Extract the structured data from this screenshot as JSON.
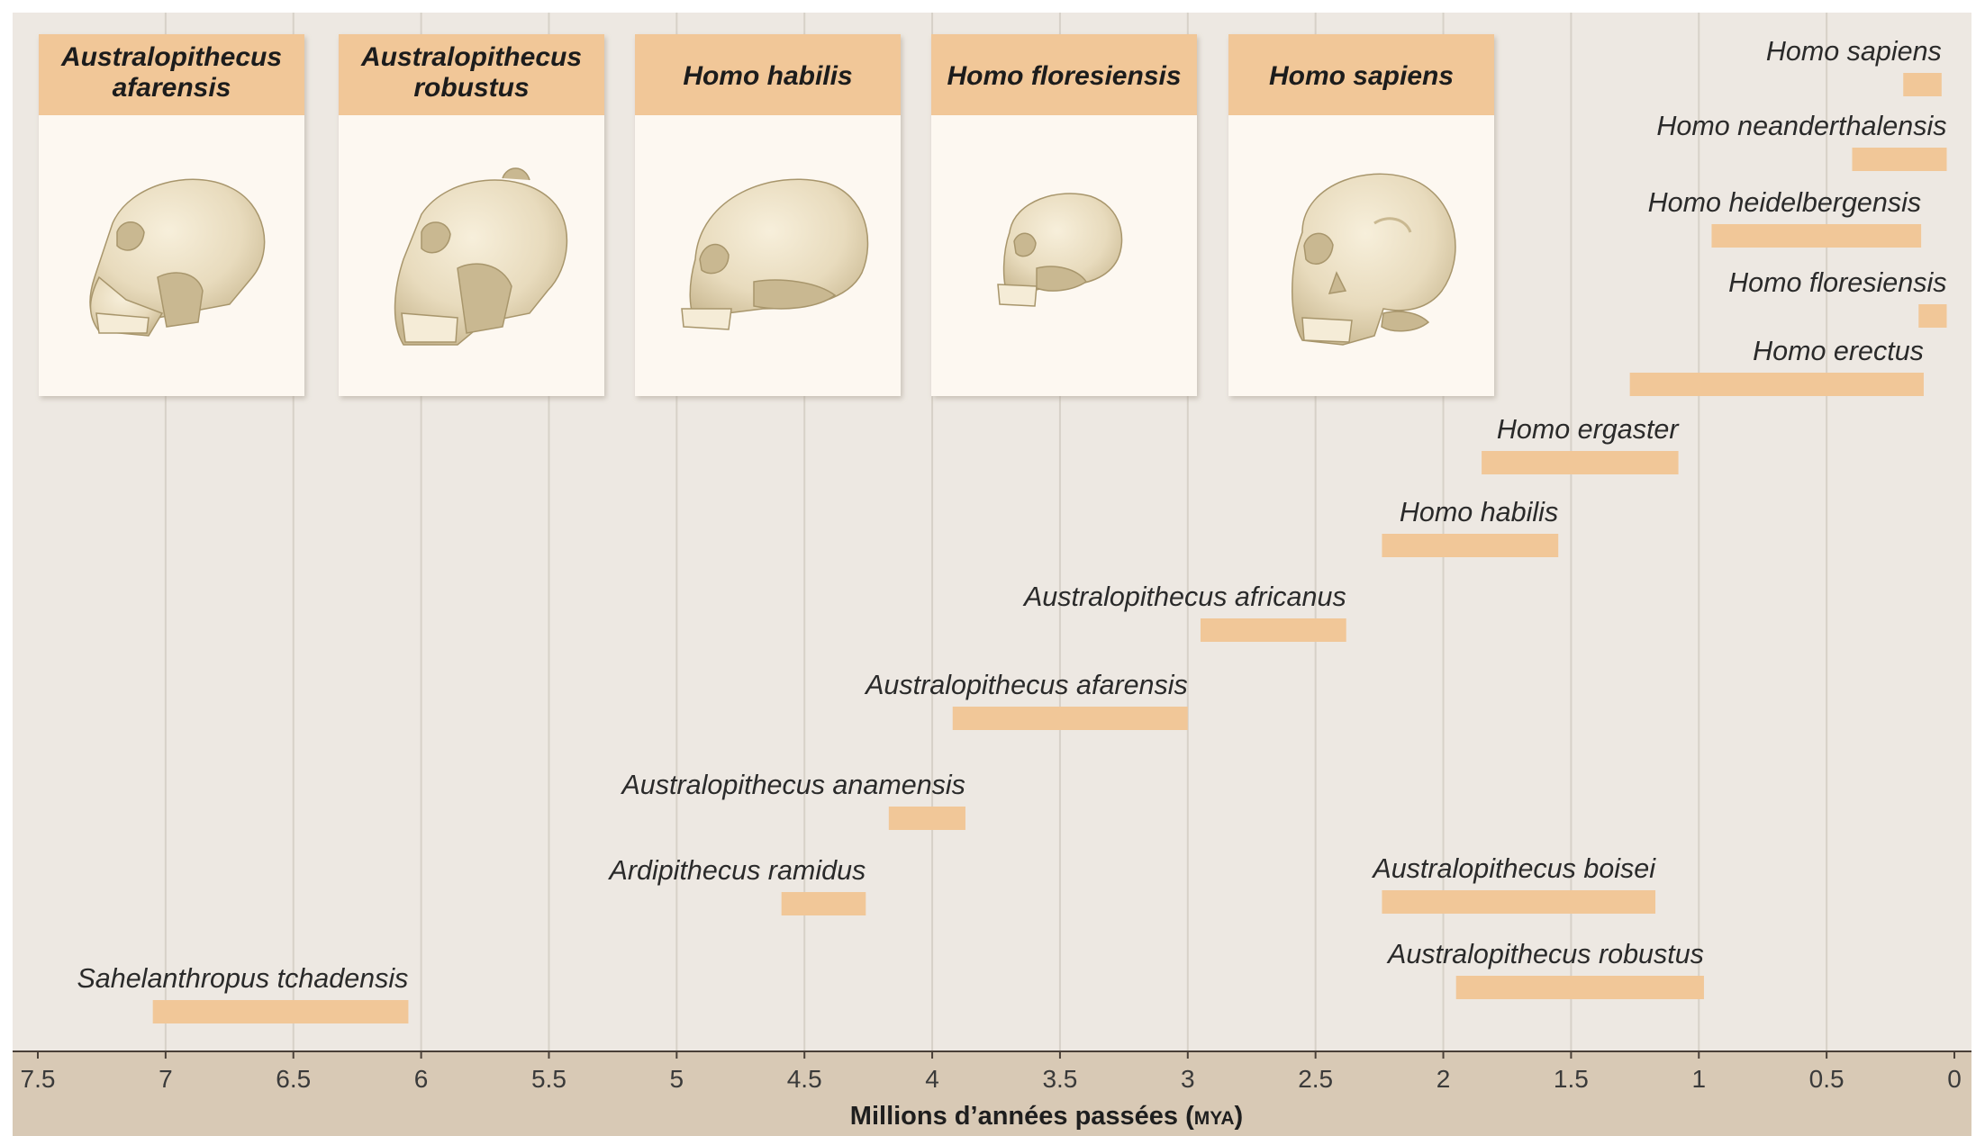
{
  "colors": {
    "plot_bg": "#ede8e2",
    "grid": "#d7d1c8",
    "bar": "#f1c798",
    "axis_band": "#d8c9b5",
    "card_header": "#f1c798",
    "card_body": "#fdf8f1",
    "bone": "#e8dbbd",
    "bone_shadow": "#c9b891",
    "bone_dark": "#a8966c"
  },
  "cards": [
    {
      "title_lines": [
        "Australopithecus",
        "afarensis"
      ],
      "icon": "afarensis-skull-icon"
    },
    {
      "title_lines": [
        "Australopithecus",
        "robustus"
      ],
      "icon": "robustus-skull-icon"
    },
    {
      "title_lines": [
        "Homo habilis"
      ],
      "icon": "habilis-skull-icon"
    },
    {
      "title_lines": [
        "Homo floresiensis"
      ],
      "icon": "floresiensis-skull-icon"
    },
    {
      "title_lines": [
        "Homo sapiens"
      ],
      "icon": "sapiens-skull-icon"
    }
  ],
  "chart_data": {
    "type": "bar",
    "orientation": "horizontal-range",
    "x_axis_reversed": true,
    "xlim": [
      7.5,
      0
    ],
    "xticks": [
      7.5,
      7,
      6.5,
      6,
      5.5,
      5,
      4.5,
      4,
      3.5,
      3,
      2.5,
      2,
      1.5,
      1,
      0.5,
      0
    ],
    "xtick_labels": [
      "7.5",
      "7",
      "6.5",
      "6",
      "5.5",
      "5",
      "4.5",
      "4",
      "3.5",
      "3",
      "2.5",
      "2",
      "1.5",
      "1",
      "0.5",
      "0"
    ],
    "xlabel": "Millions d’années passées (",
    "xlabel_unit": "MYA",
    "xlabel_close": ")",
    "grid": true,
    "series": [
      {
        "name": "Homo sapiens",
        "start": 0.2,
        "end": 0.05
      },
      {
        "name": "Homo neanderthalensis",
        "start": 0.4,
        "end": 0.03
      },
      {
        "name": "Homo heidelbergensis",
        "start": 0.95,
        "end": 0.13
      },
      {
        "name": "Homo floresiensis",
        "start": 0.14,
        "end": 0.03
      },
      {
        "name": "Homo erectus",
        "start": 1.27,
        "end": 0.12
      },
      {
        "name": "Homo ergaster",
        "start": 1.85,
        "end": 1.08
      },
      {
        "name": "Homo habilis",
        "start": 2.24,
        "end": 1.55
      },
      {
        "name": "Australopithecus africanus",
        "start": 2.95,
        "end": 2.38
      },
      {
        "name": "Australopithecus afarensis",
        "start": 3.92,
        "end": 3.0
      },
      {
        "name": "Australopithecus anamensis",
        "start": 4.17,
        "end": 3.87
      },
      {
        "name": "Ardipithecus ramidus",
        "start": 4.59,
        "end": 4.26
      },
      {
        "name": "Australopithecus boisei",
        "start": 2.24,
        "end": 1.17
      },
      {
        "name": "Australopithecus robustus",
        "start": 1.95,
        "end": 0.98
      },
      {
        "name": "Sahelanthropus tchadensis",
        "start": 7.05,
        "end": 6.05
      }
    ]
  }
}
